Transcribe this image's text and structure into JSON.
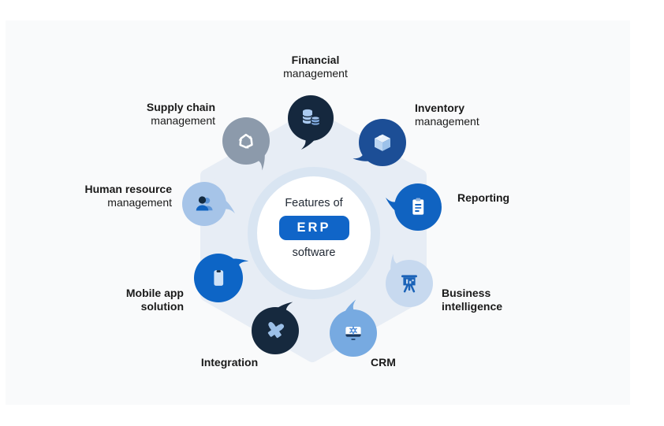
{
  "page": {
    "background": "#ffffff",
    "panel_background": "#f9fafb",
    "hexagon_color": "#e7edf5",
    "ring_color": "#d9e5f2",
    "text_color": "#1a1a1a"
  },
  "center": {
    "line1": "Features of",
    "highlight": "ERP",
    "line2": "software",
    "highlight_color": "#1065c8"
  },
  "features": [
    {
      "id": "financial-management",
      "line1": "Financial",
      "line2": "management",
      "bubble_color": "#15283e",
      "icon": "coins-database-icon"
    },
    {
      "id": "inventory-management",
      "line1": "Inventory",
      "line2": "management",
      "bubble_color": "#1c4e96",
      "icon": "package-box-icon"
    },
    {
      "id": "reporting",
      "line1": "Reporting",
      "line2": "",
      "bubble_color": "#1063c1",
      "icon": "clipboard-icon"
    },
    {
      "id": "business-intelligence",
      "line1": "Business",
      "line2": "intelligence",
      "bubble_color": "#c7d9ef",
      "icon": "presentation-chart-icon"
    },
    {
      "id": "crm",
      "line1": "CRM",
      "line2": "",
      "bubble_color": "#77aae1",
      "icon": "monitor-gear-icon"
    },
    {
      "id": "integration",
      "line1": "Integration",
      "line2": "",
      "bubble_color": "#16293e",
      "icon": "puzzle-piece-icon"
    },
    {
      "id": "mobile-app-solution",
      "line1": "Mobile app",
      "line2": "solution",
      "bubble_color": "#0d65c6",
      "icon": "smartphone-icon"
    },
    {
      "id": "human-resource-management",
      "line1": "Human resource",
      "line2": "management",
      "bubble_color": "#a6c4e8",
      "icon": "people-icon"
    },
    {
      "id": "supply-chain-management",
      "line1": "Supply chain",
      "line2": "management",
      "bubble_color": "#8c9aab",
      "icon": "recycle-icon"
    }
  ]
}
